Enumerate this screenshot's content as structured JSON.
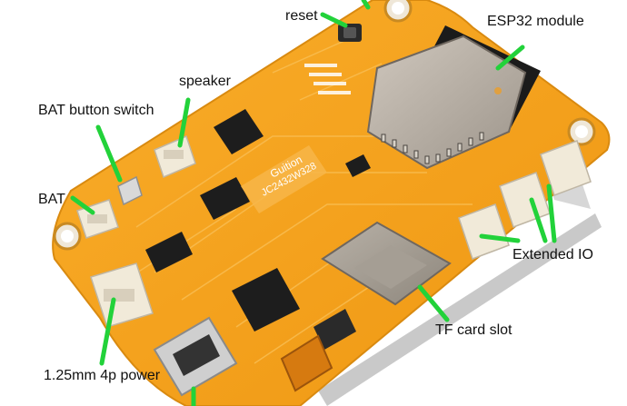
{
  "image": {
    "subject": "ESP32 development board, top view",
    "colors": {
      "pcb": "#f6a21b",
      "pcb_edge": "#d98a10",
      "pcb_trace": "#f9b84a",
      "callout": "#22d23a",
      "module_shield": "#b9b0a6",
      "module_antenna": "#1b1b1b",
      "connector": "#f1ead9",
      "chip": "#1d1d1d",
      "text": "#111111"
    }
  },
  "labels": {
    "reset": "reset",
    "esp32_module": "ESP32 module",
    "speaker": "speaker",
    "bat_button_switch": "BAT button switch",
    "bat": "BAT",
    "extended_io": "Extended IO",
    "tf_card_slot": "TF card slot",
    "power_connector": "1.25mm 4p power"
  },
  "silkscreen": {
    "brand": "Guition",
    "model": "JC2432W328"
  }
}
